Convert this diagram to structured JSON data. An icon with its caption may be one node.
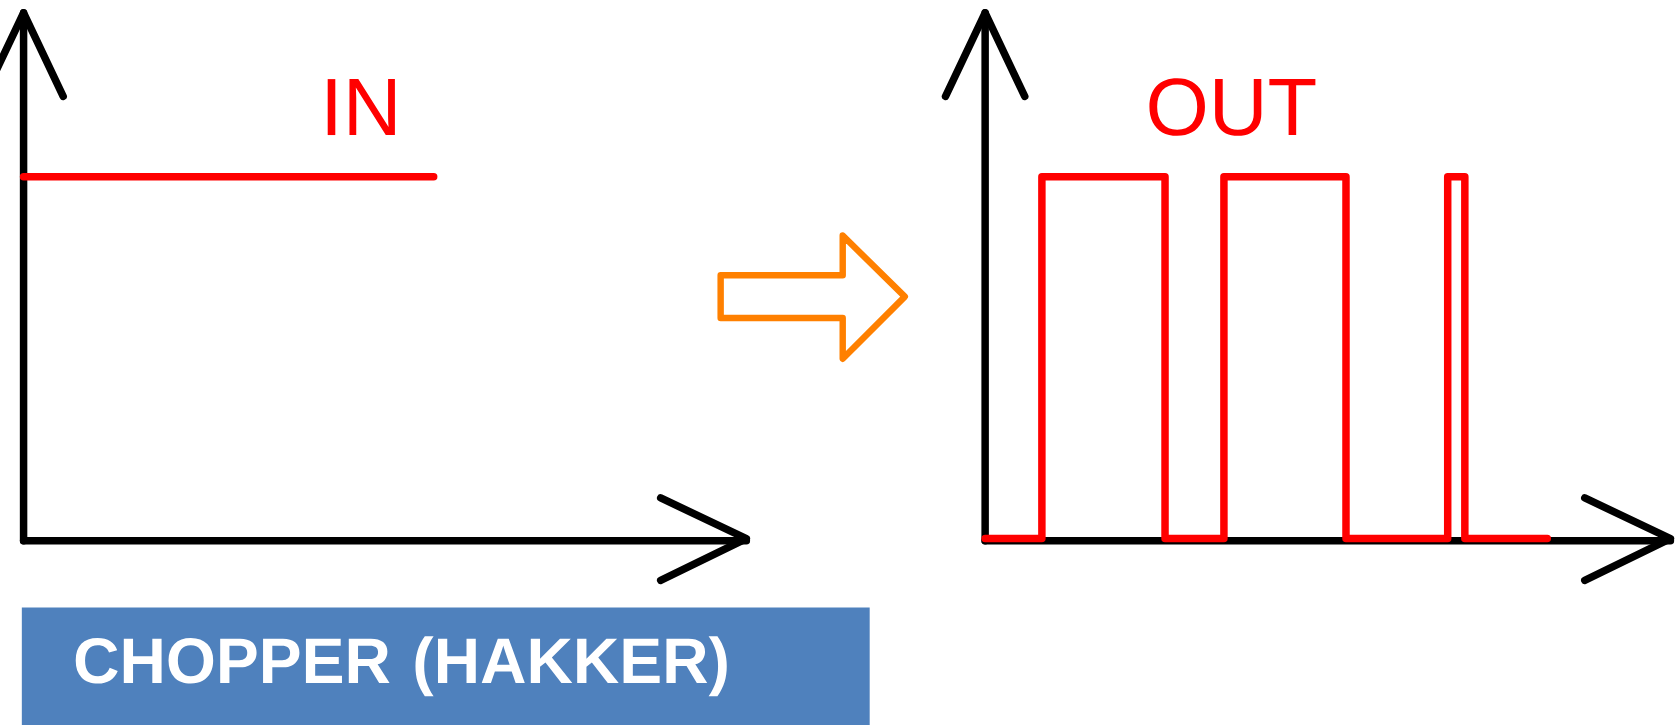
{
  "diagram": {
    "nodes": [
      {
        "text": [
          "CHOPPER (HAKKER)"
        ]
      }
    ],
    "labels": [
      "IN",
      "OUT"
    ]
  }
}
